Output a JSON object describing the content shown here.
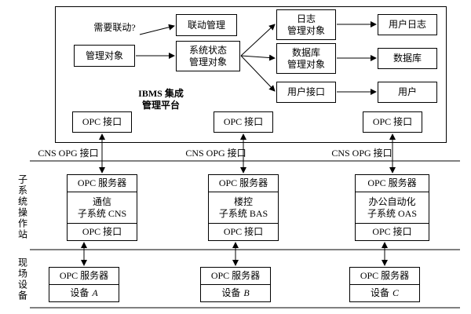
{
  "platform": {
    "title": "IBMS 集成\n管理平台",
    "question": "需要联动?",
    "linkage_mgmt": "联动管理",
    "managed_object": "管理对象",
    "system_status_mgmt": "系统状态\n管理对象",
    "log_mgmt": "日志\n管理对象",
    "database_mgmt": "数据库\n管理对象",
    "user_interface": "用户接口",
    "user_log": "用户日志",
    "database": "数据库",
    "user": "用户"
  },
  "labels": {
    "opc_interface": "OPC 接口",
    "opc_server": "OPC 服务器",
    "cns_opg_interface": "CNS OPG 接口"
  },
  "zones": {
    "subsystem_station": "子系统操作站",
    "field_devices": "现场设备"
  },
  "subsystems": [
    {
      "name": "通信\n子系统 CNS"
    },
    {
      "name": "楼控\n子系统 BAS"
    },
    {
      "name": "办公自动化\n子系统 OAS"
    }
  ],
  "devices": [
    {
      "label": "设备",
      "letter": "A"
    },
    {
      "label": "设备",
      "letter": "B"
    },
    {
      "label": "设备",
      "letter": "C"
    }
  ]
}
